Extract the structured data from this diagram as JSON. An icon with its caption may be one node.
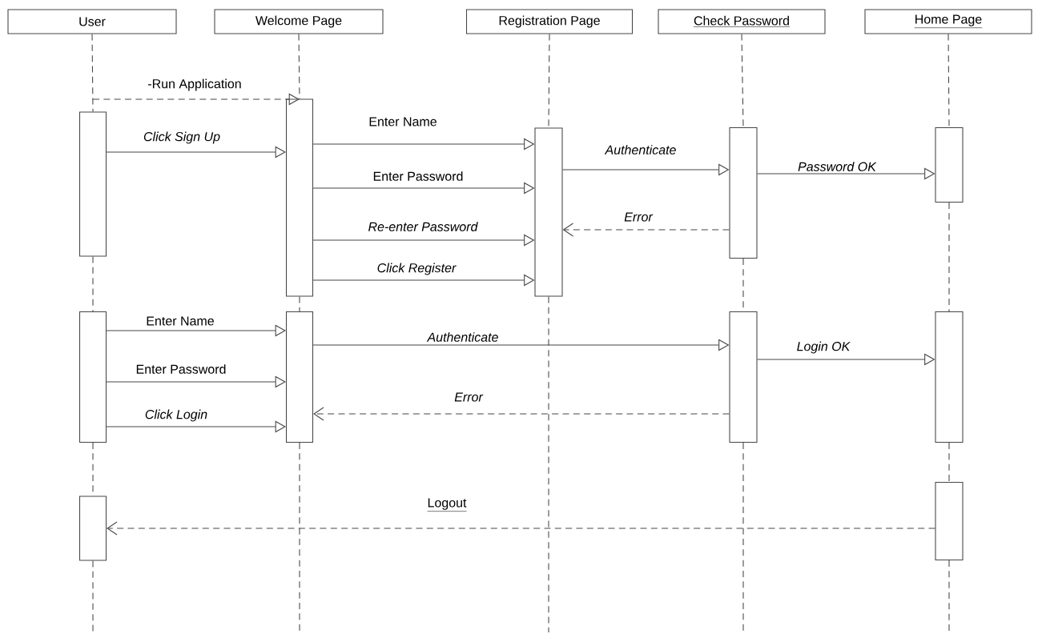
{
  "diagram": {
    "nodes": [
      {
        "text": [
          "User"
        ]
      },
      {
        "text": [
          "Welcome Page"
        ]
      },
      {
        "text": [
          "Registration Page"
        ]
      },
      {
        "text": [
          "Check Password"
        ]
      },
      {
        "text": [
          "Home Page"
        ]
      },
      {
        "text": [],
        "shape": "bar"
      },
      {
        "text": [],
        "shape": "bar"
      },
      {
        "text": [],
        "shape": "bar"
      },
      {
        "text": [],
        "shape": "bar"
      },
      {
        "text": [],
        "shape": "bar"
      },
      {
        "text": [],
        "shape": "bar"
      },
      {
        "text": [],
        "shape": "bar"
      },
      {
        "text": [],
        "shape": "bar"
      },
      {
        "text": [],
        "shape": "bar"
      },
      {
        "text": [],
        "shape": "bar"
      },
      {
        "text": [],
        "shape": "bar"
      }
    ],
    "edges": [
      {
        "from": null,
        "to": 6,
        "arrow": "to",
        "label": "-Run Application",
        "style": "dashed"
      },
      {
        "from": 5,
        "to": 6,
        "arrow": "to",
        "label": "Click Sign Up"
      },
      {
        "from": 6,
        "to": 7,
        "arrow": "to",
        "label": "Enter Name"
      },
      {
        "from": 6,
        "to": 7,
        "arrow": "to",
        "label": "Enter Password"
      },
      {
        "from": 6,
        "to": 7,
        "arrow": "to",
        "label": "Re-enter Password"
      },
      {
        "from": 6,
        "to": 7,
        "arrow": "to",
        "label": "Click Register"
      },
      {
        "from": 7,
        "to": 8,
        "arrow": "to",
        "label": "Authenticate"
      },
      {
        "from": 8,
        "to": 9,
        "arrow": "to",
        "label": "Password OK"
      },
      {
        "from": 8,
        "to": 7,
        "arrow": "to",
        "label": "Error",
        "style": "dashed"
      },
      {
        "from": 10,
        "to": 11,
        "arrow": "to",
        "label": "Enter Name"
      },
      {
        "from": 10,
        "to": 11,
        "arrow": "to",
        "label": "Enter Password"
      },
      {
        "from": 10,
        "to": 11,
        "arrow": "to",
        "label": "Click Login"
      },
      {
        "from": 11,
        "to": 12,
        "arrow": "to",
        "label": "Authenticate"
      },
      {
        "from": 12,
        "to": 13,
        "arrow": "to",
        "label": "Login OK"
      },
      {
        "from": 12,
        "to": 11,
        "arrow": "to",
        "label": "Error",
        "style": "dashed"
      },
      {
        "from": 15,
        "to": 14,
        "arrow": "to",
        "label": "Logout",
        "style": "dashed"
      },
      {
        "from": 0,
        "to": 5,
        "arrow": "none",
        "style": "dashed"
      },
      {
        "from": 5,
        "to": 10,
        "arrow": "none",
        "style": "dashed"
      },
      {
        "from": 10,
        "to": 14,
        "arrow": "none",
        "style": "dashed"
      },
      {
        "from": 14,
        "to": null,
        "arrow": "none",
        "style": "dashed"
      },
      {
        "from": 1,
        "to": 6,
        "arrow": "none",
        "style": "dashed"
      },
      {
        "from": 6,
        "to": 11,
        "arrow": "none",
        "style": "dashed"
      },
      {
        "from": 11,
        "to": null,
        "arrow": "none",
        "style": "dashed"
      },
      {
        "from": 2,
        "to": 7,
        "arrow": "none",
        "style": "dashed"
      },
      {
        "from": 7,
        "to": null,
        "arrow": "none",
        "style": "dashed"
      },
      {
        "from": 3,
        "to": 8,
        "arrow": "none",
        "style": "dashed"
      },
      {
        "from": 8,
        "to": 12,
        "arrow": "none",
        "style": "dashed"
      },
      {
        "from": 12,
        "to": null,
        "arrow": "none",
        "style": "dashed"
      },
      {
        "from": 4,
        "to": 9,
        "arrow": "none",
        "style": "dashed"
      },
      {
        "from": 9,
        "to": 13,
        "arrow": "none",
        "style": "dashed"
      },
      {
        "from": 13,
        "to": 15,
        "arrow": "none",
        "style": "dashed"
      },
      {
        "from": 15,
        "to": null,
        "arrow": "none",
        "style": "dashed"
      }
    ]
  }
}
